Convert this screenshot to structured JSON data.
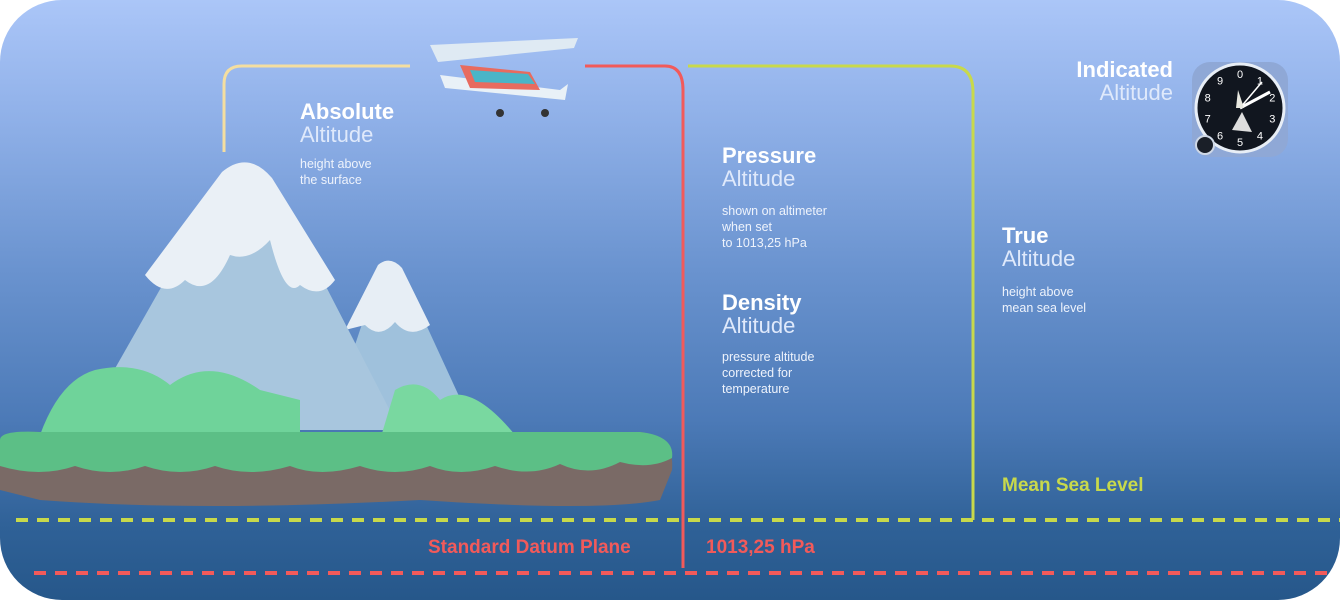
{
  "colors": {
    "absolute": "#f4dea0",
    "pressure": "#f25a5a",
    "true": "#c8d94b",
    "datum": "#f25a5a",
    "msl": "#c8d94b"
  },
  "absolute": {
    "title": "Absolute",
    "subtitle": "Altitude",
    "description": "height above\nthe surface"
  },
  "pressure": {
    "title": "Pressure",
    "subtitle": "Altitude",
    "description": "shown on altimeter\nwhen set\nto 1013,25 hPa"
  },
  "density": {
    "title": "Density",
    "subtitle": "Altitude",
    "description": "pressure altitude\ncorrected for\ntemperature"
  },
  "true_alt": {
    "title": "True",
    "subtitle": "Altitude",
    "description": "height above\nmean sea level"
  },
  "indicated": {
    "title": "Indicated",
    "subtitle": "Altitude"
  },
  "mean_sea_level": "Mean Sea Level",
  "datum_plane": "Standard Datum Plane",
  "datum_pressure": "1013,25 hPa",
  "altimeter_digits": [
    "0",
    "1",
    "2",
    "3",
    "4",
    "5",
    "6",
    "7",
    "8",
    "9"
  ]
}
